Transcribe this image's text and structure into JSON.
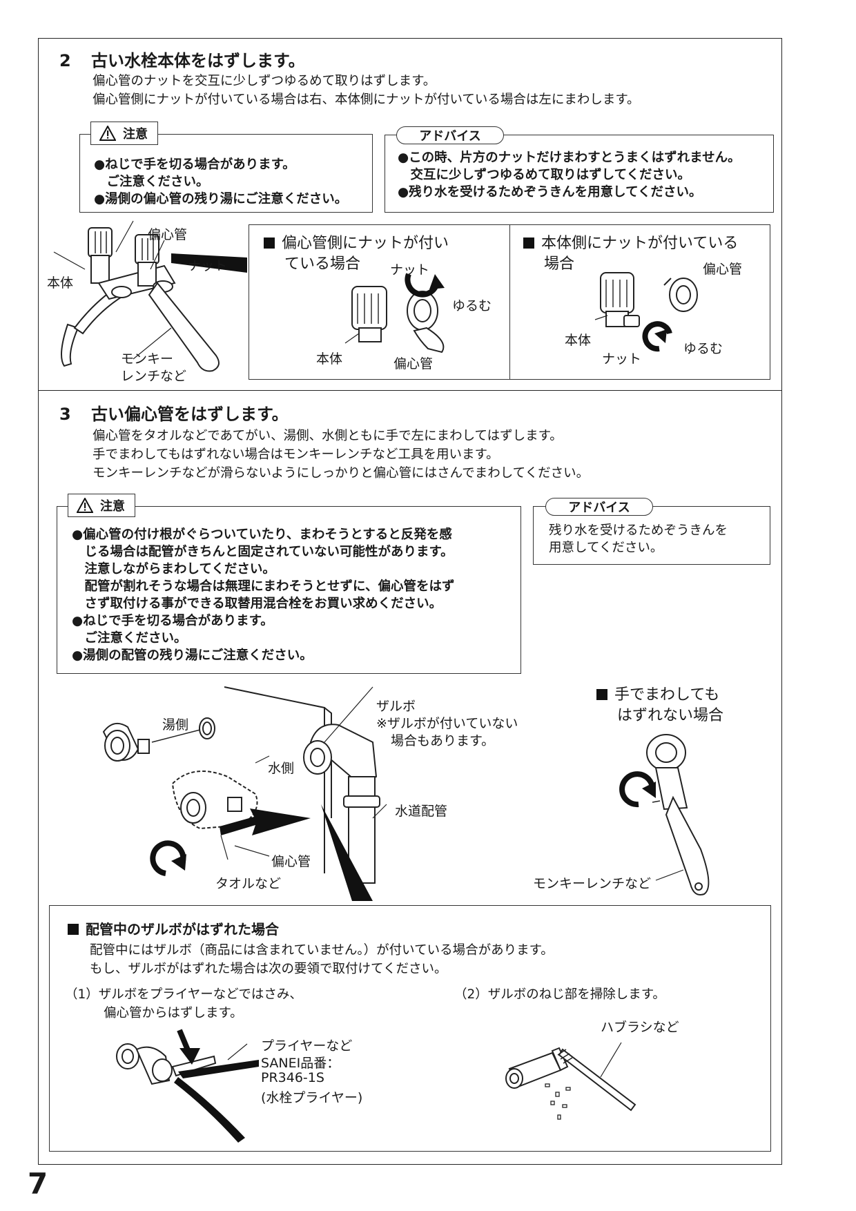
{
  "step2": {
    "number": "2",
    "title": "古い水栓本体をはずします。",
    "lines": [
      "偏心管のナットを交互に少しずつゆるめて取りはずします。",
      "偏心管側にナットが付いている場合は右、本体側にナットが付いている場合は左にまわします。"
    ],
    "caution": {
      "label": "注意",
      "lines": [
        "●ねじで手を切る場合があります。",
        "　ご注意ください。",
        "●湯側の偏心管の残り湯にご注意ください。"
      ]
    },
    "advice": {
      "label": "アドバイス",
      "lines": [
        "●この時、片方のナットだけまわすとうまくはずれません。",
        "　交互に少しずつゆるめて取りはずしてください。",
        "●残り水を受けるためぞうきんを用意してください。"
      ]
    },
    "figure_labels": {
      "hontai": "本体",
      "henshinkan": "偏心管",
      "natto": "ナット",
      "monkey_1": "モンキー",
      "monkey_2": "レンチなど"
    },
    "case_a": {
      "title_1": "偏心管側にナットが付い",
      "title_2": "ている場合",
      "natto": "ナット",
      "yurumu": "ゆるむ",
      "hontai": "本体",
      "henshinkan": "偏心管"
    },
    "case_b": {
      "title_1": "本体側にナットが付いている",
      "title_2": "場合",
      "henshinkan": "偏心管",
      "hontai": "本体",
      "natto": "ナット",
      "yurumu": "ゆるむ"
    }
  },
  "step3": {
    "number": "3",
    "title": "古い偏心管をはずします。",
    "lines": [
      "偏心管をタオルなどであてがい、湯側、水側ともに手で左にまわしてはずします。",
      "手でまわしてもはずれない場合はモンキーレンチなど工具を用います。",
      "モンキーレンチなどが滑らないようにしっかりと偏心管にはさんでまわしてください。"
    ],
    "caution": {
      "label": "注意",
      "lines": [
        "●偏心管の付け根がぐらついていたり、まわそうとすると反発を感",
        "　じる場合は配管がきちんと固定されていない可能性があります。",
        "　注意しながらまわしてください。",
        "　配管が割れそうな場合は無理にまわそうとせずに、偏心管をはず",
        "　さず取付ける事ができる取替用混合栓をお買い求めください。",
        "●ねじで手を切る場合があります。",
        "　ご注意ください。",
        "●湯側の配管の残り湯にご注意ください。"
      ]
    },
    "advice": {
      "label": "アドバイス",
      "lines": [
        "残り水を受けるためぞうきんを",
        "用意してください。"
      ]
    },
    "figure_labels": {
      "yugawa": "湯側",
      "mizugawa": "水側",
      "zarubo": "ザルボ",
      "zarubo_note_1": "※ザルボが付いていない",
      "zarubo_note_2": "場合もあります。",
      "suido": "水道配管",
      "henshinkan": "偏心管",
      "taoru": "タオルなど"
    },
    "case_hand": {
      "title_1": "手でまわしても",
      "title_2": "はずれない場合",
      "monkey": "モンキーレンチなど"
    }
  },
  "zarubo_box": {
    "title": "配管中のザルボがはずれた場合",
    "lines": [
      "配管中にはザルボ（商品には含まれていません。）が付いている場合があります。",
      "もし、ザルボがはずれた場合は次の要領で取付けてください。"
    ],
    "step1_1": "（1）ザルボをプライヤーなどではさみ、",
    "step1_2": "偏心管からはずします。",
    "step2": "（2）ザルボのねじ部を掃除します。",
    "plier_1": "プライヤーなど",
    "plier_2": "SANEI品番：",
    "plier_3": "PR346-1S",
    "plier_4": "(水栓プライヤー)",
    "brush": "ハブラシなど"
  },
  "page_number": "7"
}
